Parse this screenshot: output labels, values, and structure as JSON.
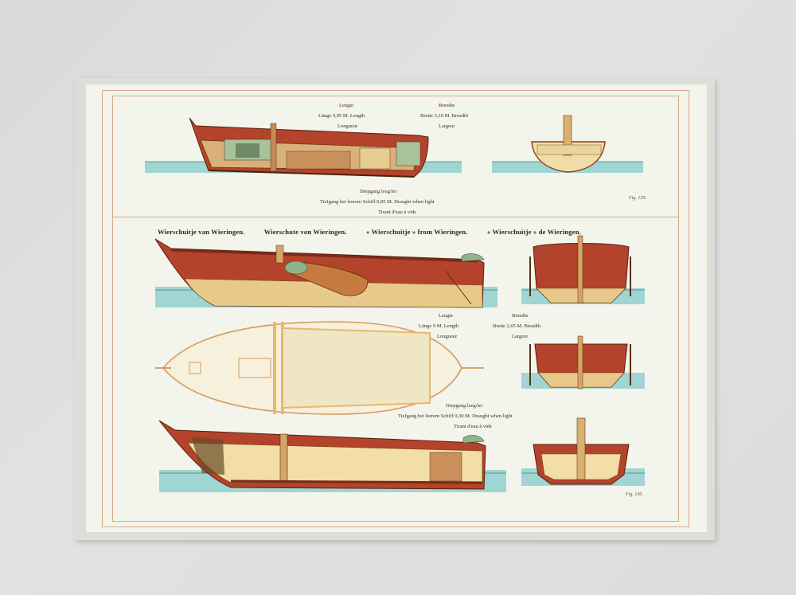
{
  "plate": {
    "fig_top": "Fig. 129.",
    "fig_bottom": "Fig. 130.",
    "title_parts": [
      "Wierschuitje van Wieringen.",
      "Wierschute von Wieringen.",
      "« Wierschuitje » from Wieringen.",
      "« Wierschuitje » de Wieringen."
    ]
  },
  "top_dims": {
    "length_labels": [
      "Lengte",
      "Länge 9,95 M. Length",
      "Longueur"
    ],
    "breadth_labels": [
      "Breedte",
      "Breite 3,10 M. Breadth",
      "Largeur"
    ],
    "draught_labels": [
      "Diepgang leeg/ler",
      "Tiefgang bei leerem Schiff    0,85 M.    Draught when light",
      "Tirant d'eau à vide"
    ]
  },
  "bottom_dims": {
    "length_labels": [
      "Lengte",
      "Länge   9   M. Length",
      "Longueur"
    ],
    "breadth_labels": [
      "Breedte",
      "Breite 2,65 M. Breadth",
      "Largeur"
    ],
    "draught_labels": [
      "Diepgang leeg/ler",
      "Tiefgang bei leerem Schiff    0,30 M.    Draught when light",
      "Tirant d'eau à vide"
    ]
  },
  "colors": {
    "hull_red": "#b3432a",
    "hull_light": "#e8c98c",
    "water": "#8fd0cf",
    "green": "#8fb38a",
    "border": "#d8a888"
  }
}
